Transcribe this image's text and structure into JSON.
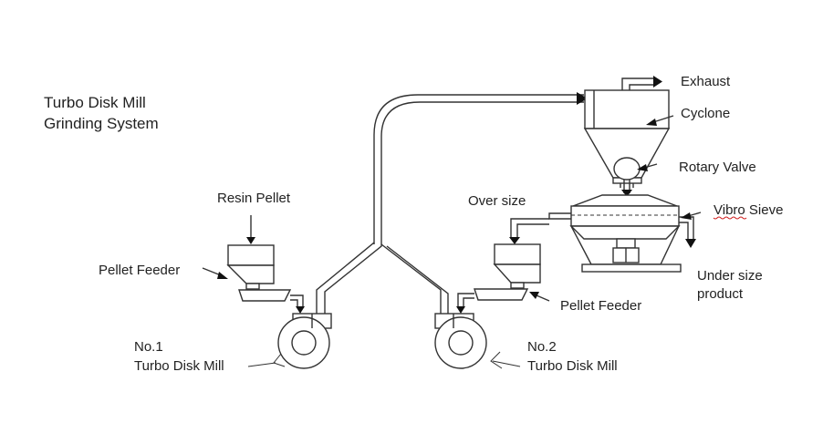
{
  "title": {
    "line1": "Turbo Disk Mill",
    "line2": "Grinding System"
  },
  "labels": {
    "exhaust": "Exhaust",
    "cyclone": "Cyclone",
    "rotary_valve": "Rotary Valve",
    "over_size": "Over size",
    "vibro_sieve": "Vibro Sieve",
    "under_size_1": "Under size",
    "under_size_2": "product",
    "resin_pellet": "Resin Pellet",
    "pellet_feeder_left": "Pellet Feeder",
    "pellet_feeder_right": "Pellet Feeder",
    "mill1_line1": "No.1",
    "mill1_line2": "Turbo Disk Mill",
    "mill2_line1": "No.2",
    "mill2_line2": "Turbo Disk Mill"
  },
  "colors": {
    "line": "#333333",
    "text": "#222222",
    "spellcheck_underline": "#d02020"
  }
}
